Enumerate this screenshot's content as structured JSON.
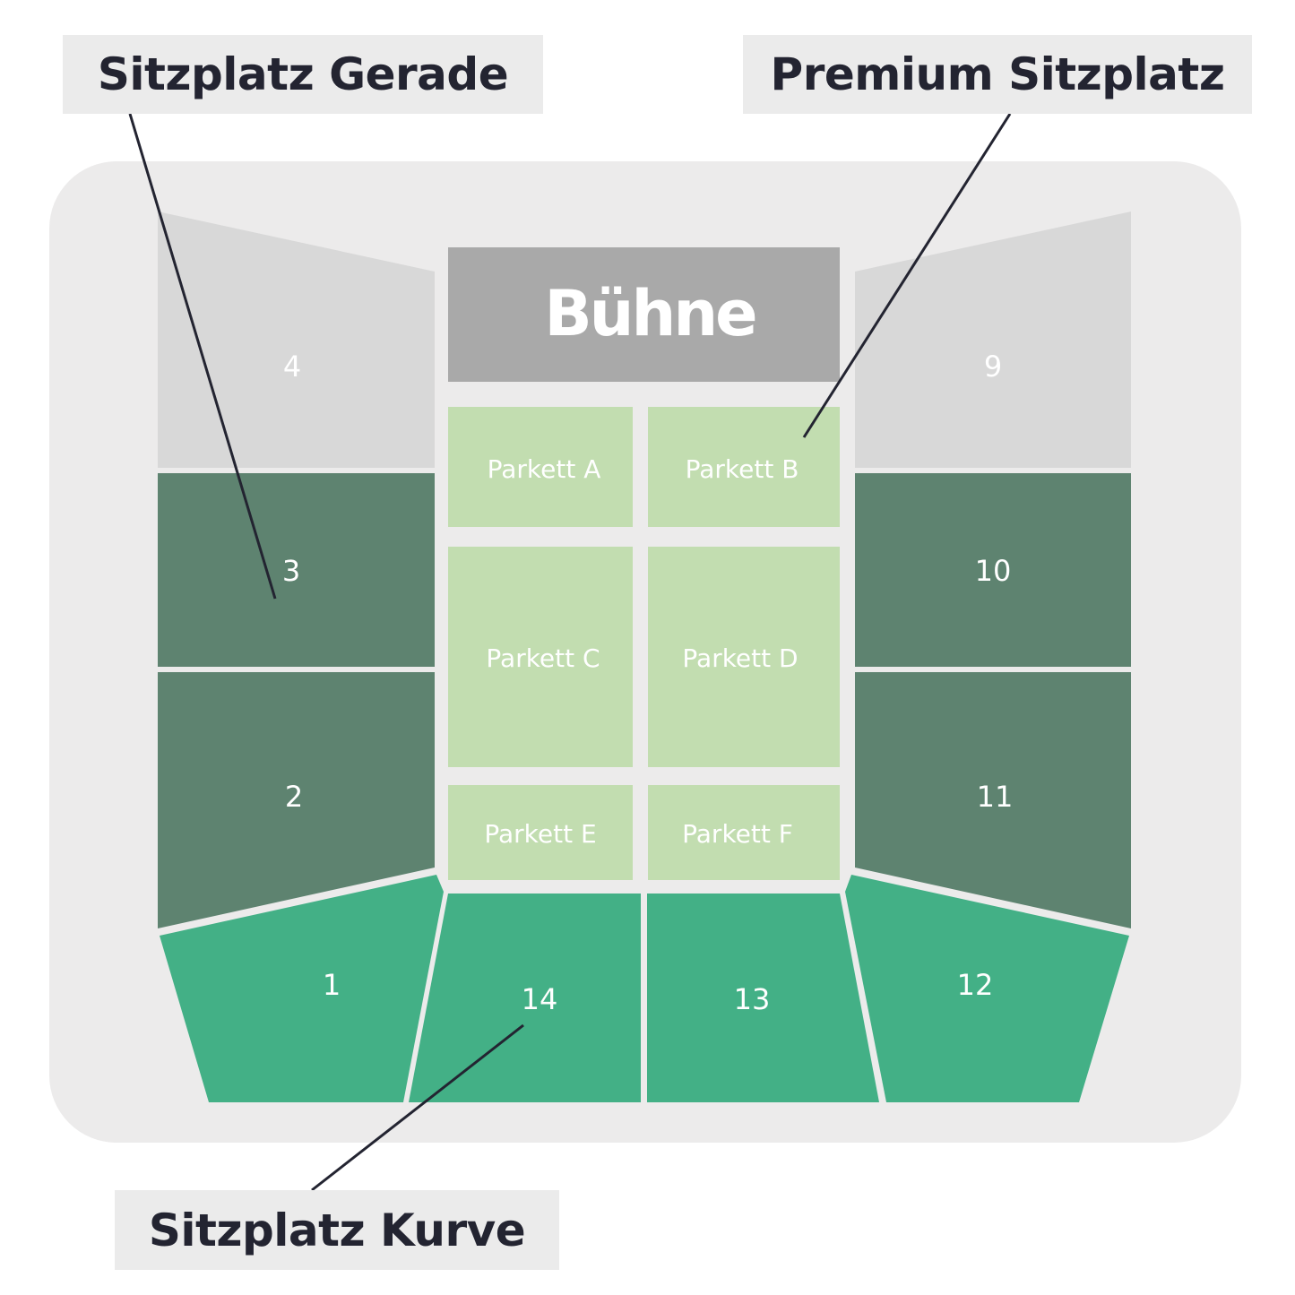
{
  "callouts": {
    "straight": "Sitzplatz Gerade",
    "premium": "Premium Sitzplatz",
    "curve": "Sitzplatz Kurve"
  },
  "stage": {
    "label": "Bühne"
  },
  "sections": {
    "s1": "1",
    "s2": "2",
    "s3": "3",
    "s4": "4",
    "s9": "9",
    "s10": "10",
    "s11": "11",
    "s12": "12",
    "s13": "13",
    "s14": "14"
  },
  "parkett": {
    "a": "Parkett A",
    "b": "Parkett B",
    "c": "Parkett C",
    "d": "Parkett D",
    "e": "Parkett E",
    "f": "Parkett F"
  },
  "colors": {
    "background_panel": "#ecebeb",
    "upper_tier": "#d8d8d8",
    "straight_seats": "#5e8370",
    "curve_seats": "#43b086",
    "premium_parkett": "#c2ddb0",
    "stage": "#a9a9a9",
    "callout_box": "#ebebeb",
    "callout_text": "#232431"
  }
}
